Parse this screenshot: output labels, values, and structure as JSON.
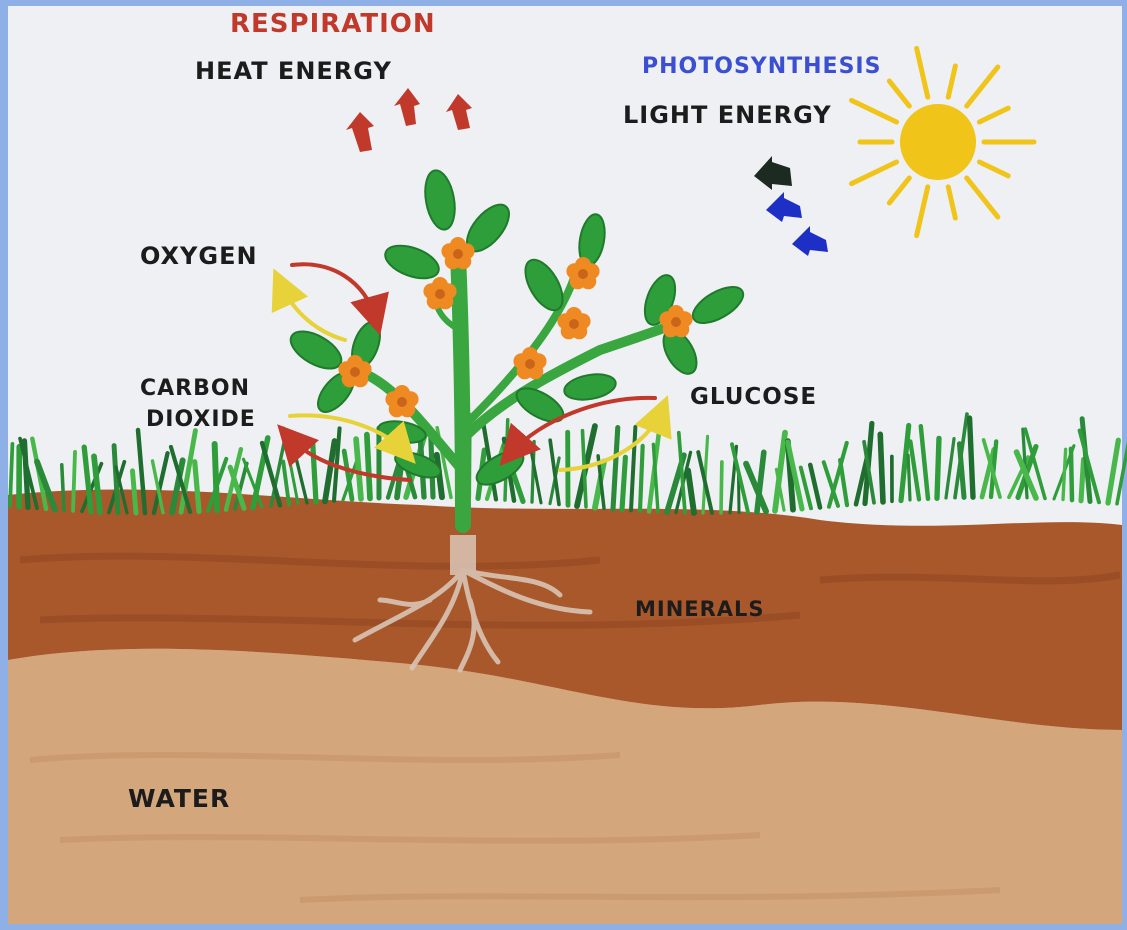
{
  "labels": {
    "respiration": "RESPIRATION",
    "heat_energy": "HEAT ENERGY",
    "photosynthesis": "PHOTOSYNTHESIS",
    "light_energy": "LIGHT ENERGY",
    "oxygen": "OXYGEN",
    "carbon_line1": "CARBON",
    "carbon_line2": "DIOXIDE",
    "glucose": "GLUCOSE",
    "minerals": "MINERALS",
    "water": "WATER"
  },
  "colors": {
    "respiration": "#c0392b",
    "photosynthesis": "#3a4fd1",
    "text": "#1c1c1c",
    "sun": "#f0c419",
    "leaf": "#2e9e3a",
    "stem": "#3aa63f",
    "flower": "#ef8a22",
    "topsoil": "#a8582a",
    "subsoil": "#d4a67c",
    "paper": "#eef0f3",
    "arrow_red": "#c0392b",
    "arrow_yellow": "#e8d23a",
    "arrow_blue": "#1d2fc4"
  }
}
